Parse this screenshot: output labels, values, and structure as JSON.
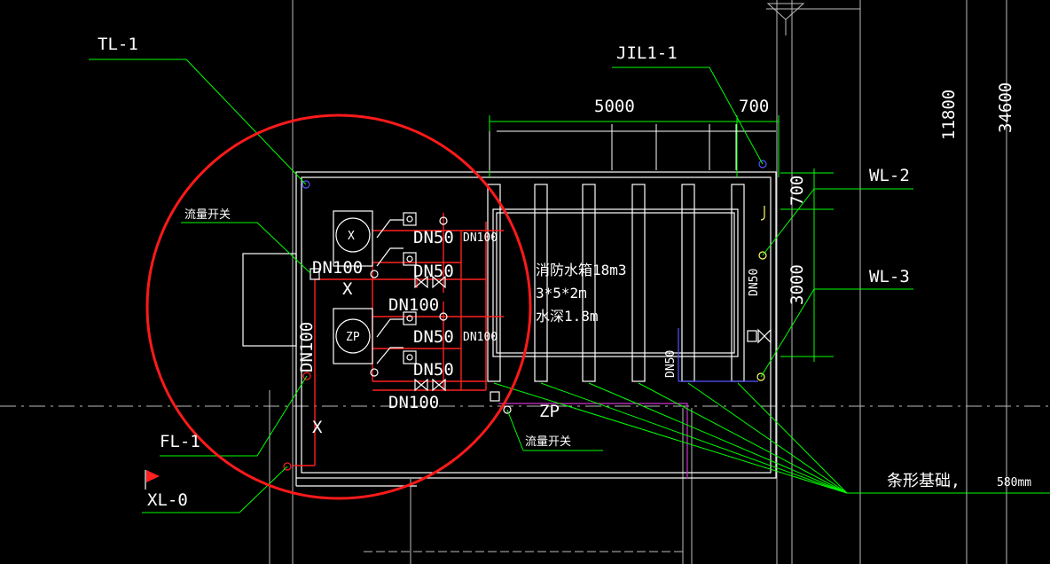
{
  "labels": {
    "tl1": "TL-1",
    "jl1": "JIL1-1",
    "dim_5000": "5000",
    "dim_700_top": "700",
    "dim_11800": "11800",
    "dim_34600": "34600",
    "wl2": "WL-2",
    "wl3": "WL-3",
    "dim_700_right": "700",
    "dim_3000": "3000",
    "flow_switch_1": "流量开关",
    "flow_switch_2": "流量开关",
    "dn100_a": "DN100",
    "dn100_b": "DN100",
    "dn100_c": "DN100",
    "dn100_vertical": "DN100",
    "dn50_a": "DN50",
    "dn50_b": "DN50",
    "dn50_c": "DN50",
    "dn50_d": "DN50",
    "dn100_small_a": "DN100",
    "dn100_small_b": "DN100",
    "dn50_tank": "DN50",
    "dn50_bottom": "DN50",
    "pump_x": "X",
    "pump_zp": "ZP",
    "x_label_1": "X",
    "x_label_2": "X",
    "zp_label": "ZP",
    "tank_line1": "消防水箱18m3",
    "tank_line2": "3*5*2m",
    "tank_line3": "水深1.8m",
    "fl1": "FL-1",
    "xl0": "XL-0",
    "foundation": "条形基础,",
    "foundation_dim": "580mm"
  },
  "colors": {
    "background": "#000000",
    "annotation": "#ffffff",
    "leader": "#00ff00",
    "pipe_red": "#ff2020",
    "highlight_circle": "#ff1a1a",
    "grid": "#bbbbbb",
    "magenta": "#cc33cc",
    "blue": "#5555ff"
  },
  "icons": [
    "flag-icon",
    "valve-icon",
    "pump-icon",
    "riser-icon"
  ]
}
